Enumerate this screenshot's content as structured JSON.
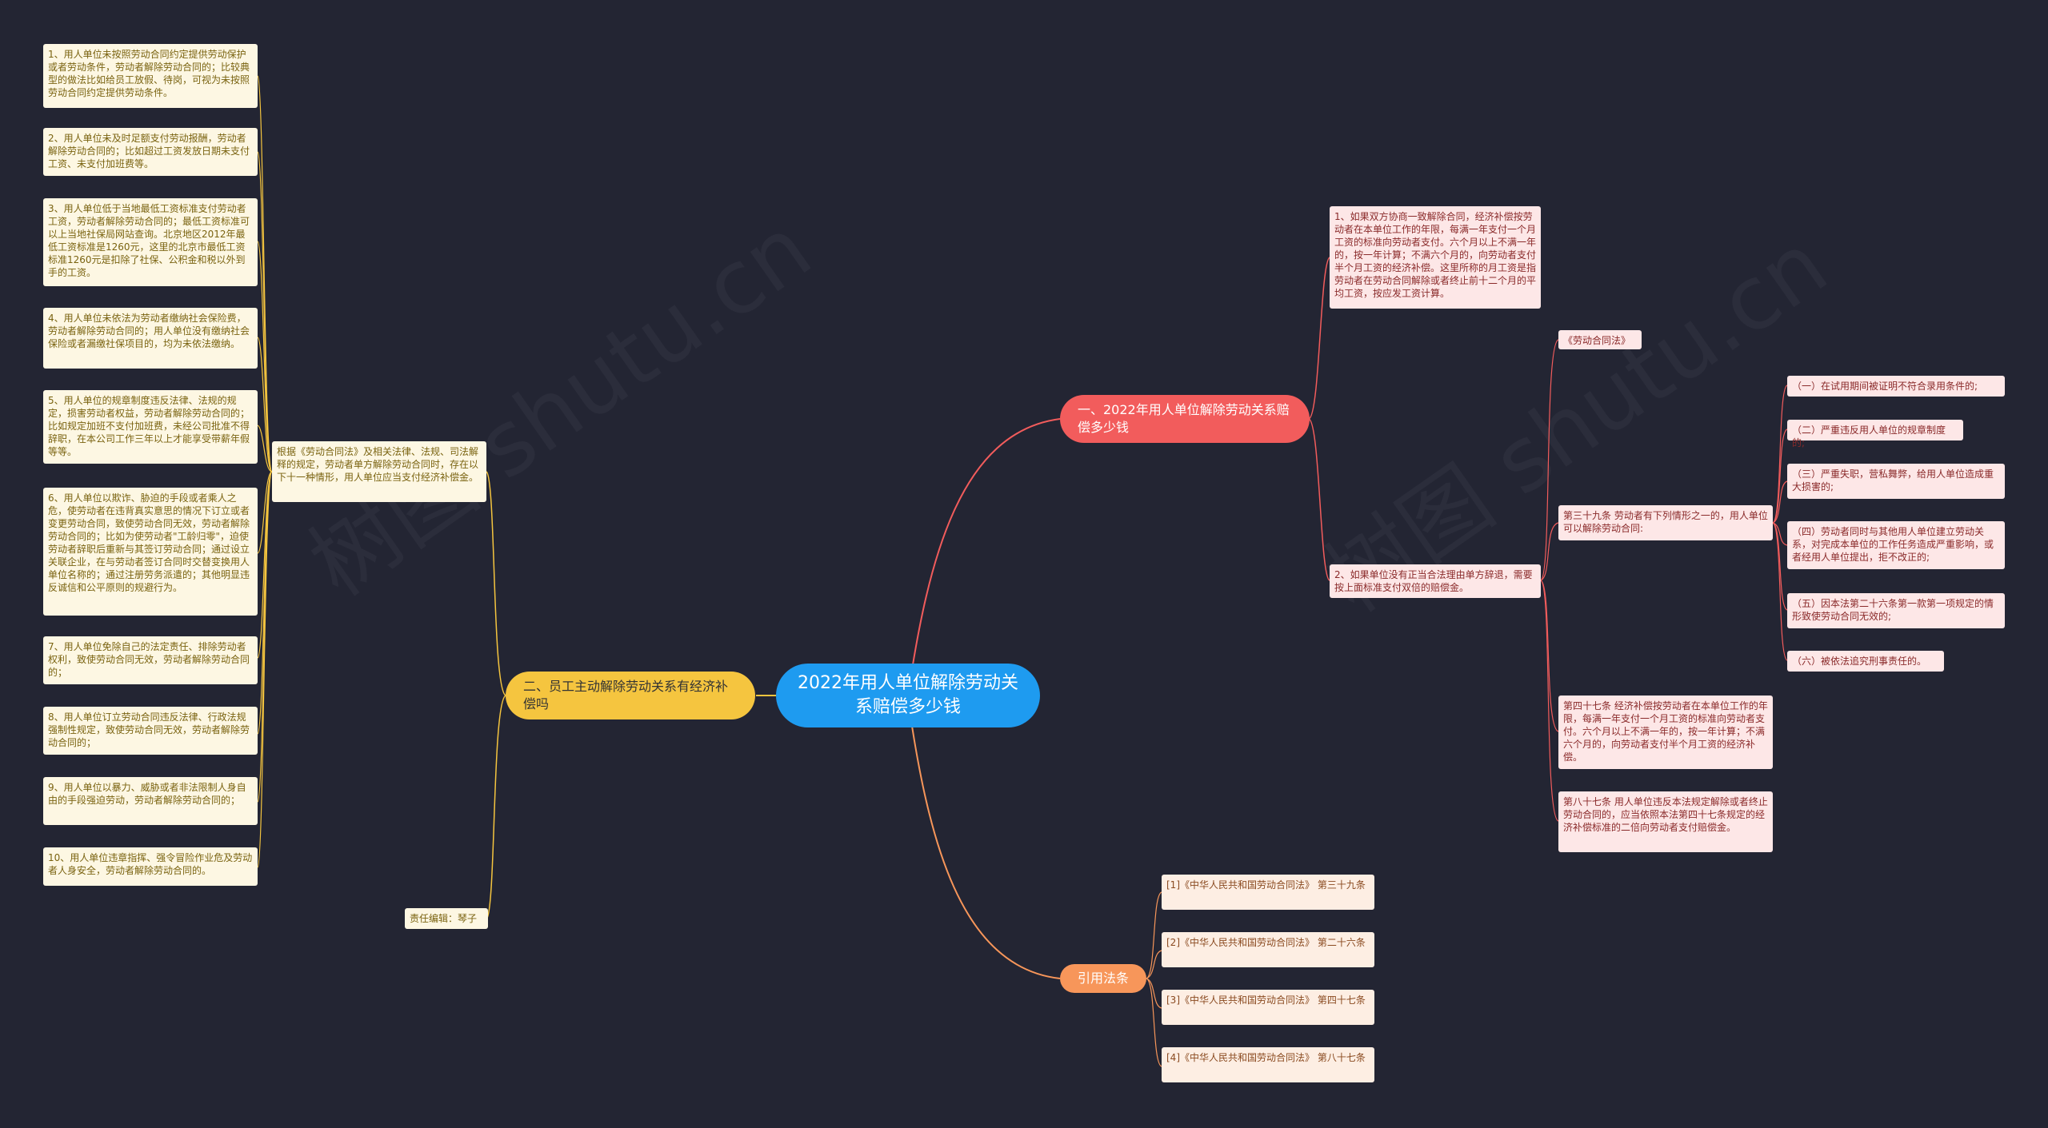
{
  "root": {
    "label": "2022年用人单位解除劳动关系赔偿多少钱"
  },
  "watermark": "树图 shutu.cn",
  "branch1": {
    "label": "一、2022年用人单位解除劳动关系赔偿多少钱",
    "item1": "1、如果双方协商一致解除合同，经济补偿按劳动者在本单位工作的年限，每满一年支付一个月工资的标准向劳动者支付。六个月以上不满一年的，按一年计算；不满六个月的，向劳动者支付半个月工资的经济补偿。这里所称的月工资是指劳动者在劳动合同解除或者终止前十二个月的平均工资，按应发工资计算。",
    "item2": "2、如果单位没有正当合法理由单方辞退，需要按上面标准支付双倍的赔偿金。",
    "law": "《劳动合同法》",
    "art39": "第三十九条 劳动者有下列情形之一的，用人单位可以解除劳动合同:",
    "art39_items": [
      "（一）在试用期间被证明不符合录用条件的;",
      "（二）严重违反用人单位的规章制度的;",
      "（三）严重失职，营私舞弊，给用人单位造成重大损害的;",
      "（四）劳动者同时与其他用人单位建立劳动关系，对完成本单位的工作任务造成严重影响，或者经用人单位提出，拒不改正的;",
      "（五）因本法第二十六条第一款第一项规定的情形致使劳动合同无效的;",
      "（六）被依法追究刑事责任的。"
    ],
    "art47": "第四十七条 经济补偿按劳动者在本单位工作的年限，每满一年支付一个月工资的标准向劳动者支付。六个月以上不满一年的，按一年计算；不满六个月的，向劳动者支付半个月工资的经济补偿。",
    "art87": "第八十七条 用人单位违反本法规定解除或者终止劳动合同的，应当依照本法第四十七条规定的经济补偿标准的二倍向劳动者支付赔偿金。"
  },
  "branch2": {
    "label": "二、员工主动解除劳动关系有经济补偿吗",
    "intro": "根据《劳动合同法》及相关法律、法规、司法解释的规定，劳动者单方解除劳动合同时，存在以下十一种情形，用人单位应当支付经济补偿金。",
    "editor": "责任编辑：琴子",
    "items": [
      "1、用人单位未按照劳动合同约定提供劳动保护或者劳动条件，劳动者解除劳动合同的；比较典型的做法比如给员工放假、待岗，可视为未按照劳动合同约定提供劳动条件。",
      "2、用人单位未及时足额支付劳动报酬，劳动者解除劳动合同的；比如超过工资发放日期未支付工资、未支付加班费等。",
      "3、用人单位低于当地最低工资标准支付劳动者工资，劳动者解除劳动合同的；最低工资标准可以上当地社保局网站查询。北京地区2012年最低工资标准是1260元，这里的北京市最低工资标准1260元是扣除了社保、公积金和税以外到手的工资。",
      "4、用人单位未依法为劳动者缴纳社会保险费，劳动者解除劳动合同的；用人单位没有缴纳社会保险或者漏缴社保项目的，均为未依法缴纳。",
      "5、用人单位的规章制度违反法律、法规的规定，损害劳动者权益，劳动者解除劳动合同的；比如规定加班不支付加班费，未经公司批准不得辞职，在本公司工作三年以上才能享受带薪年假等等。",
      "6、用人单位以欺诈、胁迫的手段或者乘人之危，使劳动者在违背真实意思的情况下订立或者变更劳动合同，致使劳动合同无效，劳动者解除劳动合同的；比如为使劳动者\"工龄归零\"，迫使劳动者辞职后重新与其签订劳动合同；通过设立关联企业，在与劳动者签订合同时交替变换用人单位名称的；通过注册劳务派遣的；其他明显违反诚信和公平原则的规避行为。",
      "7、用人单位免除自己的法定责任、排除劳动者权利，致使劳动合同无效，劳动者解除劳动合同的；",
      "8、用人单位订立劳动合同违反法律、行政法规强制性规定，致使劳动合同无效，劳动者解除劳动合同的；",
      "9、用人单位以暴力、威胁或者非法限制人身自由的手段强迫劳动，劳动者解除劳动合同的；",
      "10、用人单位违章指挥、强令冒险作业危及劳动者人身安全，劳动者解除劳动合同的。"
    ]
  },
  "branch3": {
    "label": "引用法条",
    "items": [
      "[1]《中华人民共和国劳动合同法》 第三十九条",
      "[2]《中华人民共和国劳动合同法》 第二十六条",
      "[3]《中华人民共和国劳动合同法》 第四十七条",
      "[4]《中华人民共和国劳动合同法》 第八十七条"
    ]
  },
  "colors": {
    "background": "#232533",
    "root": "#1e9bf0",
    "red": "#f25c5c",
    "yellow": "#f5c53f",
    "orange": "#f7965a"
  }
}
